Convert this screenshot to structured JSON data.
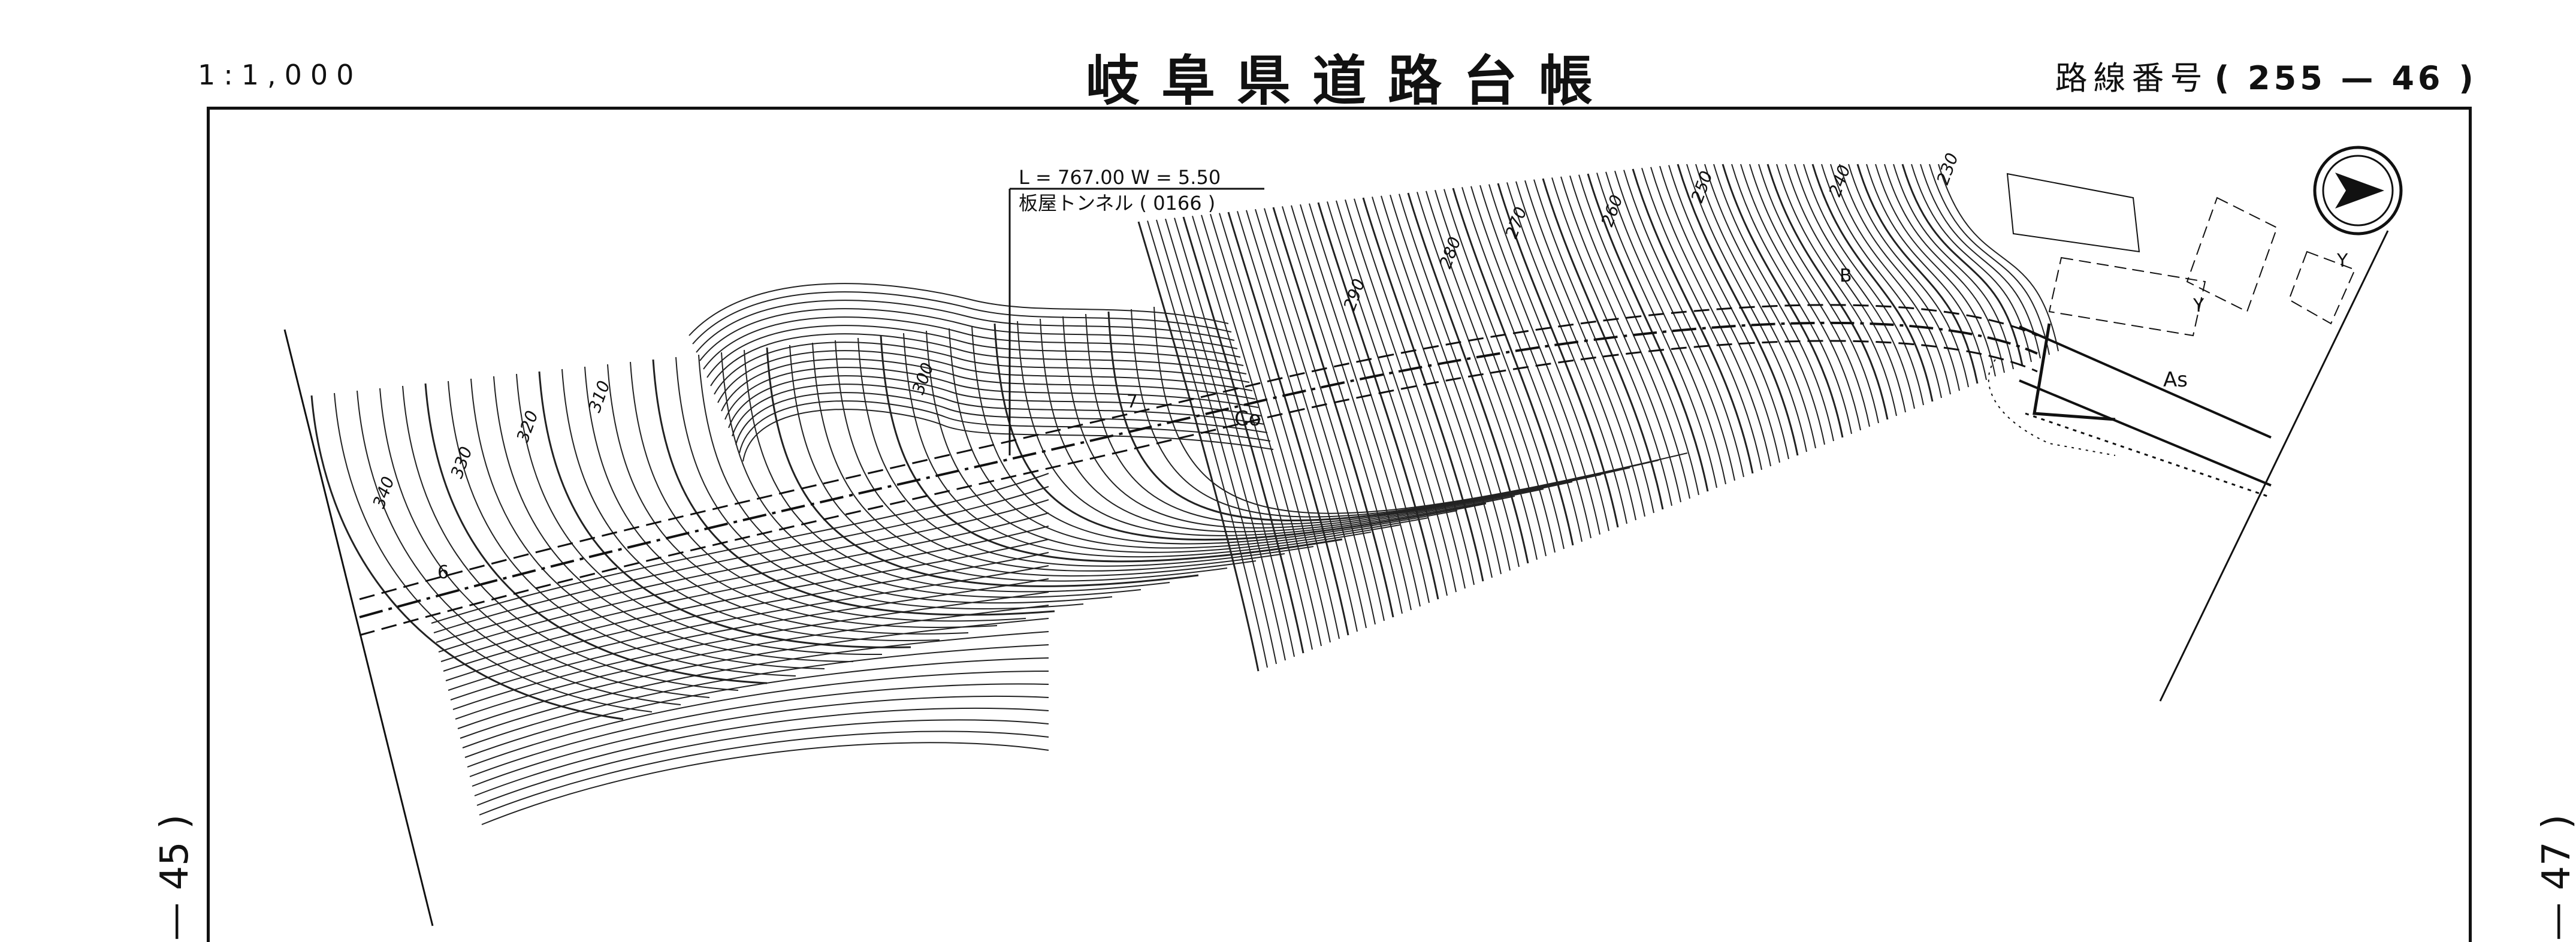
{
  "header": {
    "scale": "1:1,000",
    "title": "岐阜県道路台帳",
    "route_label": "路線番号",
    "route_number": "( 255 — 46 )"
  },
  "adjacent_sheets": {
    "previous": "— 45 )",
    "next": "— 47 )"
  },
  "map": {
    "tunnel": {
      "dimensions": "L = 767.00 W = 5.50",
      "name": "板屋トンネル ( 0166 )"
    },
    "contour_labels": [
      "340",
      "330",
      "320",
      "310",
      "300",
      "290",
      "280",
      "270",
      "260",
      "250",
      "240",
      "230"
    ],
    "surface_labels": {
      "concrete": "Co",
      "asphalt": "As"
    },
    "point_labels": [
      "B",
      "Y",
      "Y",
      "6",
      "7"
    ],
    "north_arrow": "north-arrow-icon"
  }
}
